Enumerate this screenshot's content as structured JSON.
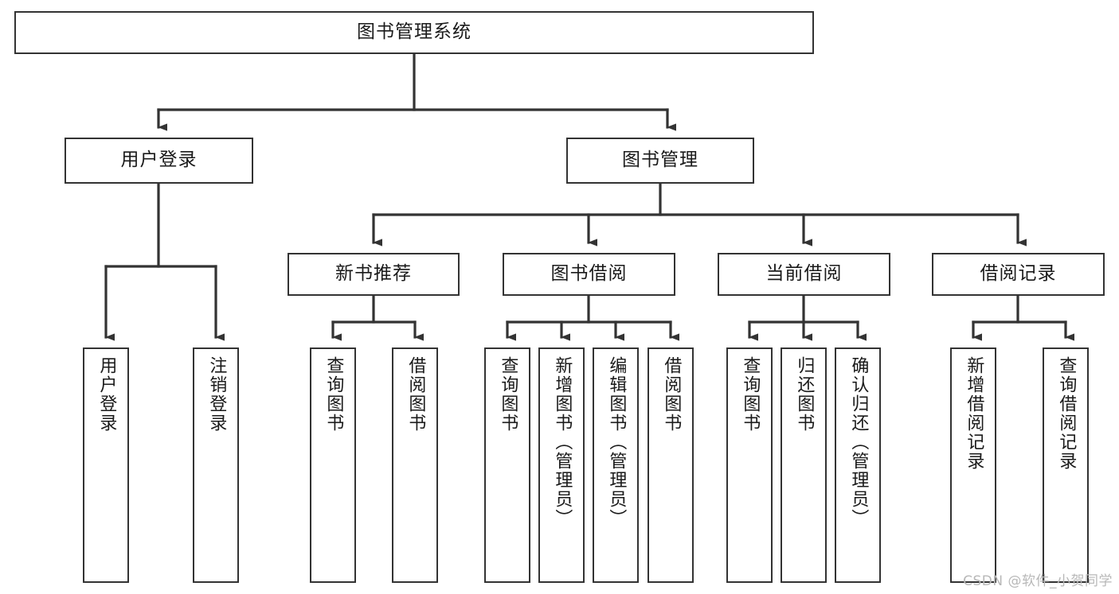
{
  "diagram": {
    "title": "图书管理系统",
    "type": "tree",
    "background_color": "#ffffff",
    "line_color": "#333333",
    "text_color": "#1a1a1a",
    "root": {
      "id": "root",
      "label": "图书管理系统",
      "orientation": "horizontal"
    },
    "level2": [
      {
        "id": "user-login",
        "label": "用户登录",
        "orientation": "horizontal"
      },
      {
        "id": "book-manage",
        "label": "图书管理",
        "orientation": "horizontal"
      }
    ],
    "level3": [
      {
        "id": "new-book-recommend",
        "label": "新书推荐",
        "orientation": "horizontal",
        "parent": "book-manage"
      },
      {
        "id": "book-borrow",
        "label": "图书借阅",
        "orientation": "horizontal",
        "parent": "book-manage"
      },
      {
        "id": "current-borrow",
        "label": "当前借阅",
        "orientation": "horizontal",
        "parent": "book-manage"
      },
      {
        "id": "borrow-record",
        "label": "借阅记录",
        "orientation": "horizontal",
        "parent": "book-manage"
      }
    ],
    "leaves": [
      {
        "id": "leaf-user-login",
        "label": "用户登录",
        "parent": "user-login",
        "orientation": "vertical"
      },
      {
        "id": "leaf-logout",
        "label": "注销登录",
        "parent": "user-login",
        "orientation": "vertical"
      },
      {
        "id": "leaf-query-book-1",
        "label": "查询图书",
        "parent": "new-book-recommend",
        "orientation": "vertical"
      },
      {
        "id": "leaf-borrow-book-1",
        "label": "借阅图书",
        "parent": "new-book-recommend",
        "orientation": "vertical"
      },
      {
        "id": "leaf-query-book-2",
        "label": "查询图书",
        "parent": "book-borrow",
        "orientation": "vertical"
      },
      {
        "id": "leaf-add-book",
        "label": "新增图书（管理员）",
        "parent": "book-borrow",
        "orientation": "vertical"
      },
      {
        "id": "leaf-edit-book",
        "label": "编辑图书（管理员）",
        "parent": "book-borrow",
        "orientation": "vertical"
      },
      {
        "id": "leaf-borrow-book-2",
        "label": "借阅图书",
        "parent": "book-borrow",
        "orientation": "vertical"
      },
      {
        "id": "leaf-query-book-3",
        "label": "查询图书",
        "parent": "current-borrow",
        "orientation": "vertical"
      },
      {
        "id": "leaf-return-book",
        "label": "归还图书",
        "parent": "current-borrow",
        "orientation": "vertical"
      },
      {
        "id": "leaf-confirm-return",
        "label": "确认归还（管理员）",
        "parent": "current-borrow",
        "orientation": "vertical"
      },
      {
        "id": "leaf-add-record",
        "label": "新增借阅记录",
        "parent": "borrow-record",
        "orientation": "vertical"
      },
      {
        "id": "leaf-query-record",
        "label": "查询借阅记录",
        "parent": "borrow-record",
        "orientation": "vertical"
      }
    ],
    "watermark": "CSDN @软件_小贺同学"
  }
}
